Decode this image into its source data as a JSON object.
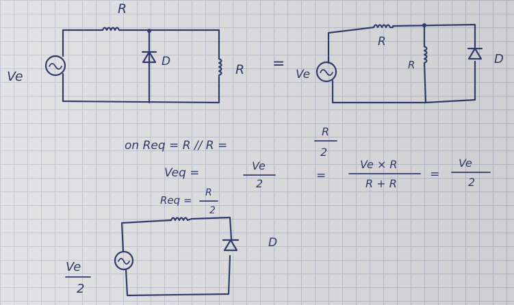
{
  "circuit1": {
    "resistor_top": "R",
    "diode": "D",
    "source": "Ve",
    "resistor_right": "R"
  },
  "equals_sign": "=",
  "circuit2": {
    "resistor_top": "R",
    "resistor_mid": "R",
    "source": "Ve",
    "diode": "D"
  },
  "equations": {
    "line1": "on  Req = R // R =",
    "line1_fraction": {
      "num": "R",
      "den": "2"
    },
    "line2_left": "Veq =",
    "line2_fraction": {
      "num": "Ve",
      "den": "2"
    },
    "line2_eq": "=",
    "line2_fraction2": {
      "num": "Ve × R",
      "den": "R + R"
    },
    "line2_eq2": "=",
    "line2_fraction3": {
      "num": "Ve",
      "den": "2"
    },
    "line3": "Req =",
    "line3_fraction": {
      "num": "R",
      "den": "2"
    }
  },
  "circuit3": {
    "diode": "D",
    "source_fraction": {
      "num": "Ve",
      "den": "2"
    }
  }
}
